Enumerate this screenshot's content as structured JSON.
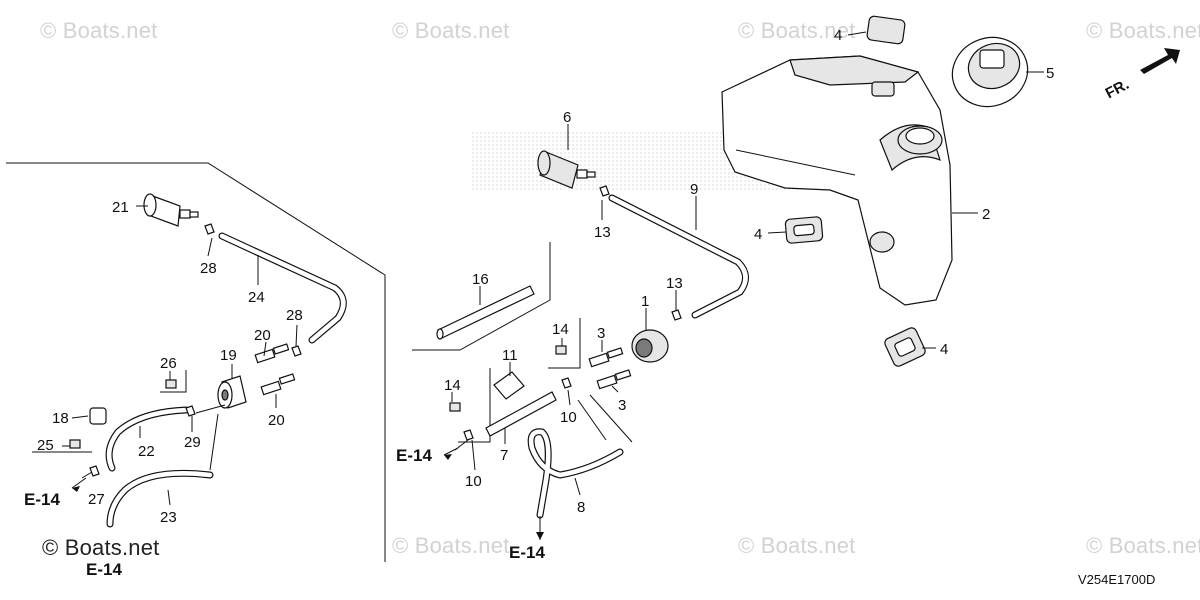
{
  "watermarks": [
    "© Boats.net",
    "© Boats.net",
    "© Boats.net",
    "© Boats.net",
    "© Boats.net",
    "© Boats.net",
    "© Boats.net",
    "© Boats.net"
  ],
  "bottom_left_watermark": "© Boats.net",
  "drawing_code": "V254E1700D",
  "front_indicator": "FR.",
  "callouts": {
    "c1": "1",
    "c2": "2",
    "c3a": "3",
    "c3b": "3",
    "c4a": "4",
    "c4b": "4",
    "c4c": "4",
    "c5": "5",
    "c6": "6",
    "c7": "7",
    "c8": "8",
    "c9": "9",
    "c10a": "10",
    "c10b": "10",
    "c11": "11",
    "c13a": "13",
    "c13b": "13",
    "c14a": "14",
    "c14b": "14",
    "c16": "16",
    "c18": "18",
    "c19": "19",
    "c20a": "20",
    "c20b": "20",
    "c21": "21",
    "c22": "22",
    "c23": "23",
    "c24": "24",
    "c25": "25",
    "c26": "26",
    "c27": "27",
    "c28a": "28",
    "c28b": "28",
    "c29": "29"
  },
  "references": {
    "e14_a": "E-14",
    "e14_b": "E-14",
    "e14_c": "E-14",
    "e14_d": "E-14"
  }
}
